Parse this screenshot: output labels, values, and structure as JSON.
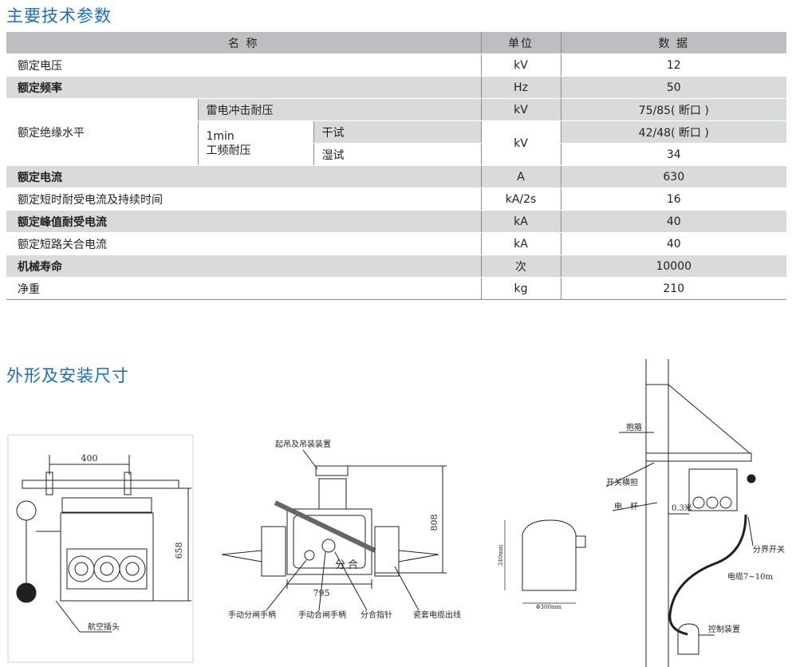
{
  "titles": {
    "specs": "主要技术参数",
    "dimensions": "外形及安装尺寸"
  },
  "table": {
    "headers": {
      "name": "名 称",
      "unit": "单位",
      "data": "数 据"
    },
    "rows": [
      {
        "name": "额定电压",
        "unit": "kV",
        "value": "12"
      },
      {
        "name": "额定频率",
        "unit": "Hz",
        "value": "50"
      },
      {
        "name": "额定绝缘水平",
        "sub_impulse": "雷电冲击耐压",
        "unit_impulse": "kV",
        "value_impulse": "75/85( 断口 )",
        "sub_pf": "1min 工频耐压",
        "sub_pf_line1": "1min",
        "sub_pf_line2": "工频耐压",
        "dry": "干试",
        "wet": "湿试",
        "unit_pf": "kV",
        "value_dry": "42/48( 断口 )",
        "value_wet": "34"
      },
      {
        "name": "额定电流",
        "unit": "A",
        "value": "630"
      },
      {
        "name": "额定短时耐受电流及持续时间",
        "unit": "kA/2s",
        "value": "16"
      },
      {
        "name": "额定峰值耐受电流",
        "unit": "kA",
        "value": "40"
      },
      {
        "name": "额定短路关合电流",
        "unit": "kA",
        "value": "40"
      },
      {
        "name": "机械寿命",
        "unit": "次",
        "value": "10000"
      },
      {
        "name": "净重",
        "unit": "kg",
        "value": "210"
      }
    ]
  },
  "drawing1": {
    "dim_width": "400",
    "dim_height": "658",
    "label_plug": "航空插头"
  },
  "drawing2": {
    "label_lift": "起吊及吊装装置",
    "dim_width": "795",
    "dim_height": "808",
    "label_open_handle": "手动分闸手柄",
    "label_close_handle": "手动合闸手柄",
    "label_pointer": "分合指针",
    "label_bushing": "瓷套电缆出线",
    "panel_open": "分",
    "panel_close": "合"
  },
  "drawing3": {
    "dim_height": "340mm",
    "dim_diameter": "Φ300mm"
  },
  "drawing4": {
    "label_hoop": "抱箍",
    "label_crossarm": "开关横担",
    "label_pole": "电　杆",
    "label_dist": "0.3米",
    "label_switch": "分界开关",
    "label_cable": "电缆7~10m",
    "label_control": "控制装置"
  }
}
